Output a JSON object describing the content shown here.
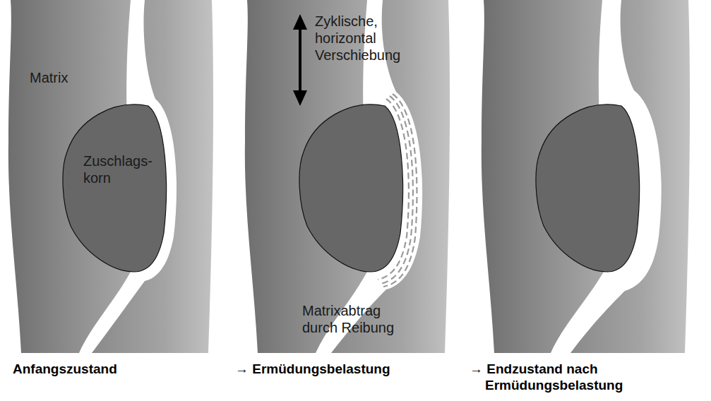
{
  "diagram": {
    "labels": [
      "Matrix",
      "Zuschlags- korn",
      "Zyklische, horizontal Verschiebung",
      "Matrixabtrag durch Reibung",
      "Anfangszustand",
      "→ Ermüdungsbelastung",
      "→ Endzustand nach Ermüdungsbelastung"
    ]
  }
}
